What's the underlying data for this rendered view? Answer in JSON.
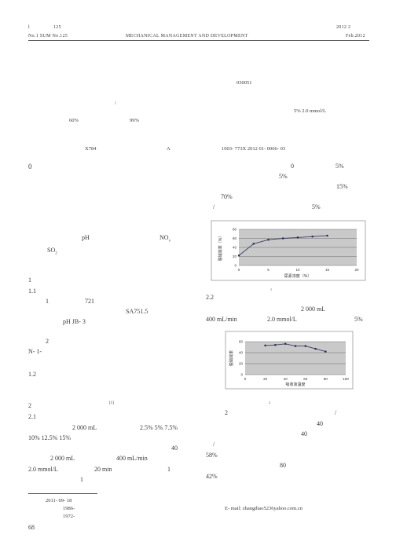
{
  "header": {
    "left_line1_a": "l",
    "left_line1_b": "125",
    "left_line2": "No.1  SUM No.125",
    "center": "MECHANICAL   MANAGEMENT   AND   DEVELOPMENT",
    "right_line1": "2012    2",
    "right_line2": "Feb.2012"
  },
  "abstract": {
    "postcode": "030051",
    "slash": "/",
    "right_values": "5%    2.0 mmol/L",
    "pct1": "60%",
    "pct2": "99%",
    "class_no": "X784",
    "doc_code": "A",
    "article_no": "1003- 773X  2012  01- 0066- 03"
  },
  "left_col": [
    {
      "id": "l1",
      "text": "0"
    },
    {
      "id": "l2",
      "text": "pH"
    },
    {
      "id": "l3",
      "text": "NO"
    },
    {
      "id": "l4",
      "text": "SO"
    },
    {
      "id": "l5",
      "text": "1"
    },
    {
      "id": "l6",
      "text": "1.1"
    },
    {
      "id": "l7",
      "text": "1"
    },
    {
      "id": "l8",
      "text": "721"
    },
    {
      "id": "l9",
      "text": "SA751.5"
    },
    {
      "id": "l10",
      "text": "pH    JB- 3"
    },
    {
      "id": "l11",
      "text": "2"
    },
    {
      "id": "l12",
      "text": "N- 1-"
    },
    {
      "id": "l13",
      "text": "1.2"
    },
    {
      "id": "l14",
      "text": "[1]"
    },
    {
      "id": "l15",
      "text": "2"
    },
    {
      "id": "l16",
      "text": "2.1"
    },
    {
      "id": "l17",
      "text": "2 000 mL"
    },
    {
      "id": "l18",
      "text": "2.5%   5%   7.5%"
    },
    {
      "id": "l19",
      "text": "10%   12.5%   15%"
    },
    {
      "id": "l20",
      "text": "40"
    },
    {
      "id": "l21",
      "text": "2 000 mL"
    },
    {
      "id": "l22",
      "text": "400 mL/min"
    },
    {
      "id": "l23",
      "text": "2.0 mmol/L"
    },
    {
      "id": "l24",
      "text": "20 min"
    },
    {
      "id": "l25",
      "text": "1"
    },
    {
      "id": "l26",
      "text": "1"
    }
  ],
  "right_col": [
    {
      "id": "r1",
      "text": "0"
    },
    {
      "id": "r2",
      "text": "5%"
    },
    {
      "id": "r3",
      "text": "5%"
    },
    {
      "id": "r4",
      "text": "15%"
    },
    {
      "id": "r5",
      "text": "70%"
    },
    {
      "id": "r6",
      "text": "/"
    },
    {
      "id": "r7",
      "text": "5%"
    },
    {
      "id": "r8",
      "text": "2.2"
    },
    {
      "id": "r9",
      "text": "2 000 mL"
    },
    {
      "id": "r10",
      "text": "400 mL/min"
    },
    {
      "id": "r11",
      "text": "2.0 mmol/L"
    },
    {
      "id": "r12",
      "text": "5%"
    },
    {
      "id": "r13",
      "text": "2"
    },
    {
      "id": "r14",
      "text": "/"
    },
    {
      "id": "r15",
      "text": "40"
    },
    {
      "id": "r16",
      "text": "40"
    },
    {
      "id": "r17",
      "text": "/"
    },
    {
      "id": "r18",
      "text": "58%"
    },
    {
      "id": "r19",
      "text": "80"
    },
    {
      "id": "r20",
      "text": "42%"
    }
  ],
  "figure_captions": {
    "fig1": "1",
    "fig2": "2"
  },
  "footnote": {
    "date": "2011- 09- 18",
    "born1": "1986-",
    "born2": "1972-",
    "email": "E- mail: zhangdiao5236yahoo.com.cn"
  },
  "page_number": "68",
  "chart_data": [
    {
      "type": "line",
      "xlabel": "尿素浓度（%）",
      "ylabel": "脱硝效率（%）",
      "xlim": [
        0,
        20
      ],
      "ylim": [
        0,
        80
      ],
      "xticks": [
        0,
        5,
        10,
        15,
        20
      ],
      "yticks": [
        0,
        20,
        40,
        60,
        80
      ],
      "grid": true,
      "series": [
        {
          "x": [
            0,
            2.5,
            5,
            7.5,
            10,
            12.5,
            15
          ],
          "y": [
            22,
            48,
            57,
            60,
            62,
            64,
            66
          ]
        }
      ]
    },
    {
      "type": "line",
      "xlabel": "吸收液温度",
      "ylabel": "脱硝效率",
      "xlim": [
        0,
        100
      ],
      "ylim": [
        0,
        60
      ],
      "xticks": [
        0,
        20,
        40,
        60,
        80,
        100
      ],
      "yticks": [
        0,
        20,
        40,
        60
      ],
      "grid": true,
      "series": [
        {
          "x": [
            20,
            30,
            40,
            50,
            60,
            70,
            80
          ],
          "y": [
            53,
            54,
            56,
            52,
            52,
            47,
            42
          ]
        }
      ]
    }
  ]
}
